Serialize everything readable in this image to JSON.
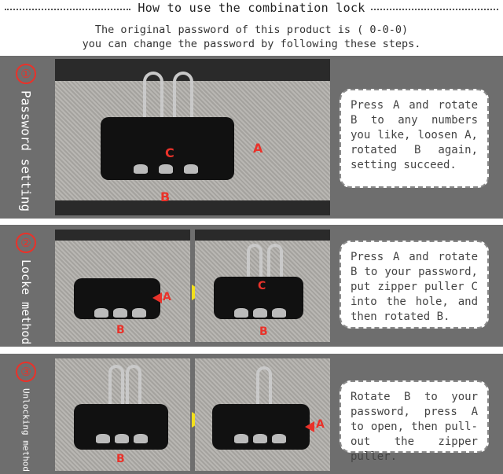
{
  "header": {
    "title": "How to use the combination lock",
    "subtitle_line1": "The original password of this product is ( 0-0-0)",
    "subtitle_line2": "you can change the password by following these steps."
  },
  "steps": [
    {
      "number": "①",
      "label": "Password setting",
      "text": "Press A and rotate B to any numbers you like, loosen A, rotated B again, setting succeed.",
      "image_tags": [
        "C",
        "A",
        "B"
      ]
    },
    {
      "number": "②",
      "label": "Locke method",
      "text": "Press A and rotate B to your password, put zipper puller C into the hole, and then rotated B.",
      "image_tags": [
        "A",
        "B",
        "C",
        "B"
      ]
    },
    {
      "number": "③",
      "label": "Unlocking method",
      "text": "Rotate B to your password, press A to open, then pull-out the zipper puller.",
      "image_tags": [
        "B",
        "A"
      ]
    }
  ],
  "colors": {
    "panel_bg": "#6e6e6e",
    "accent_red": "#e9322a",
    "arrow_yellow": "#f2e01c"
  }
}
